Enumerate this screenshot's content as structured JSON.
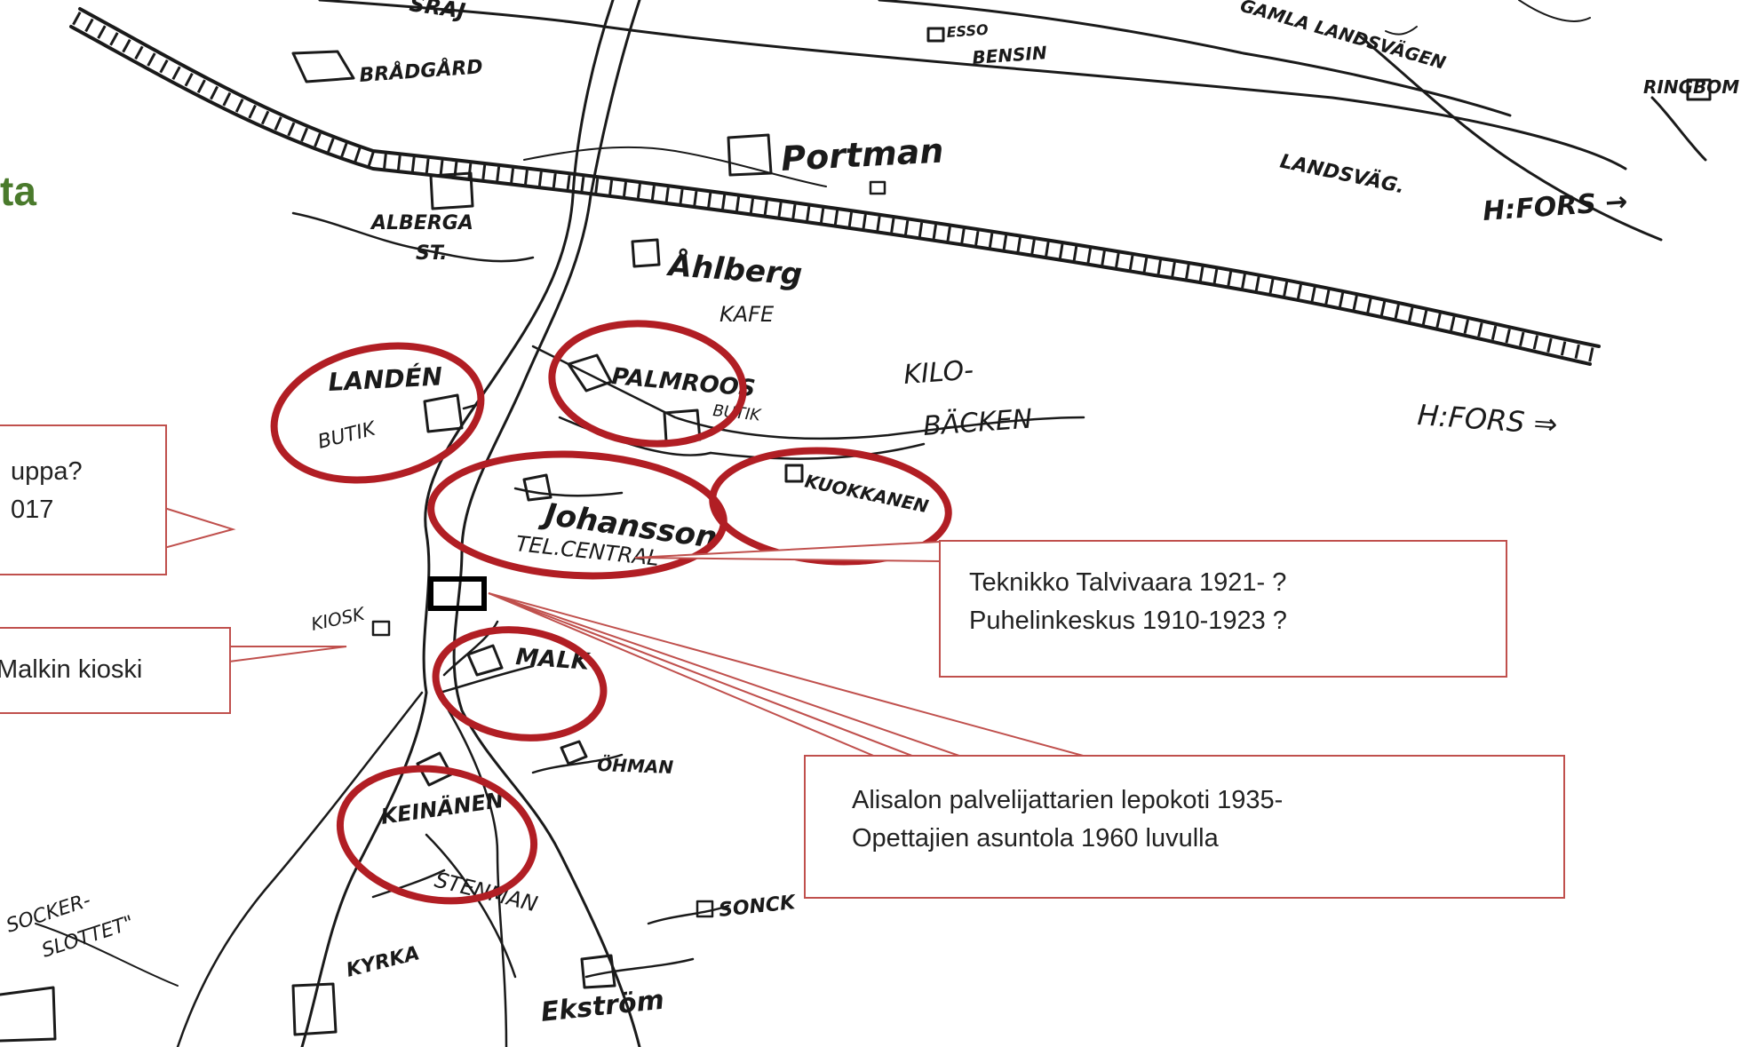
{
  "page": {
    "title_fragment": "ta"
  },
  "colors": {
    "ink": "#1a1a1a",
    "circle": "#b11e24",
    "callout_border": "#c0504d",
    "title": "#4a7a2c"
  },
  "map_labels": {
    "top_partial": "SRÄJ",
    "bradgard": "BRÅDGÅRD",
    "esso": "ESSO",
    "bensin": "BENSIN",
    "gamla_landsvagen": "GAMLA LANDSVÄGEN",
    "ringbom": "RINGBOM",
    "portman": "Portman",
    "landsvag": "LANDSVÄG.",
    "hfors_top": "H:FORS →",
    "albergast_1": "ALBERGA",
    "albergast_2": "ST.",
    "ahlberg": "Åhlberg",
    "kafe": "KAFE",
    "landen": "LANDÉN",
    "butik_left": "BUTIK",
    "palmroos": "PALMROOS",
    "butik_mid": "BUTIK",
    "kilo": "KILO-",
    "backen": "BÄCKEN",
    "hfors_bottom": "H:FORS ⇒",
    "johansson": "Johansson",
    "kuokkanen": "KUOKKANEN",
    "telcentral": "TEL.CENTRAL",
    "kiosk": "KIOSK",
    "malk": "MALK",
    "ohman": "ÖHMAN",
    "keinanen": "KEINÄNEN",
    "stenman": "STENMAN",
    "sonck": "SONCK",
    "sockerslottet_1": "SOCKER-",
    "sockerslottet_2": "SLOTTET\"",
    "kyrka": "KYRKA",
    "ekstrom": "Ekström"
  },
  "callouts": {
    "left_top": {
      "line1": "uppa?",
      "line2": "017"
    },
    "left_bottom": {
      "line1": "Malkin kioski"
    },
    "right_top": {
      "line1": "Teknikko Talvivaara 1921- ?",
      "line2": "Puhelinkeskus 1910-1923 ?"
    },
    "right_bottom": {
      "line1": "Alisalon palvelijattarien lepokoti 1935-",
      "line2": "Opettajien asuntola 1960 luvulla"
    }
  }
}
